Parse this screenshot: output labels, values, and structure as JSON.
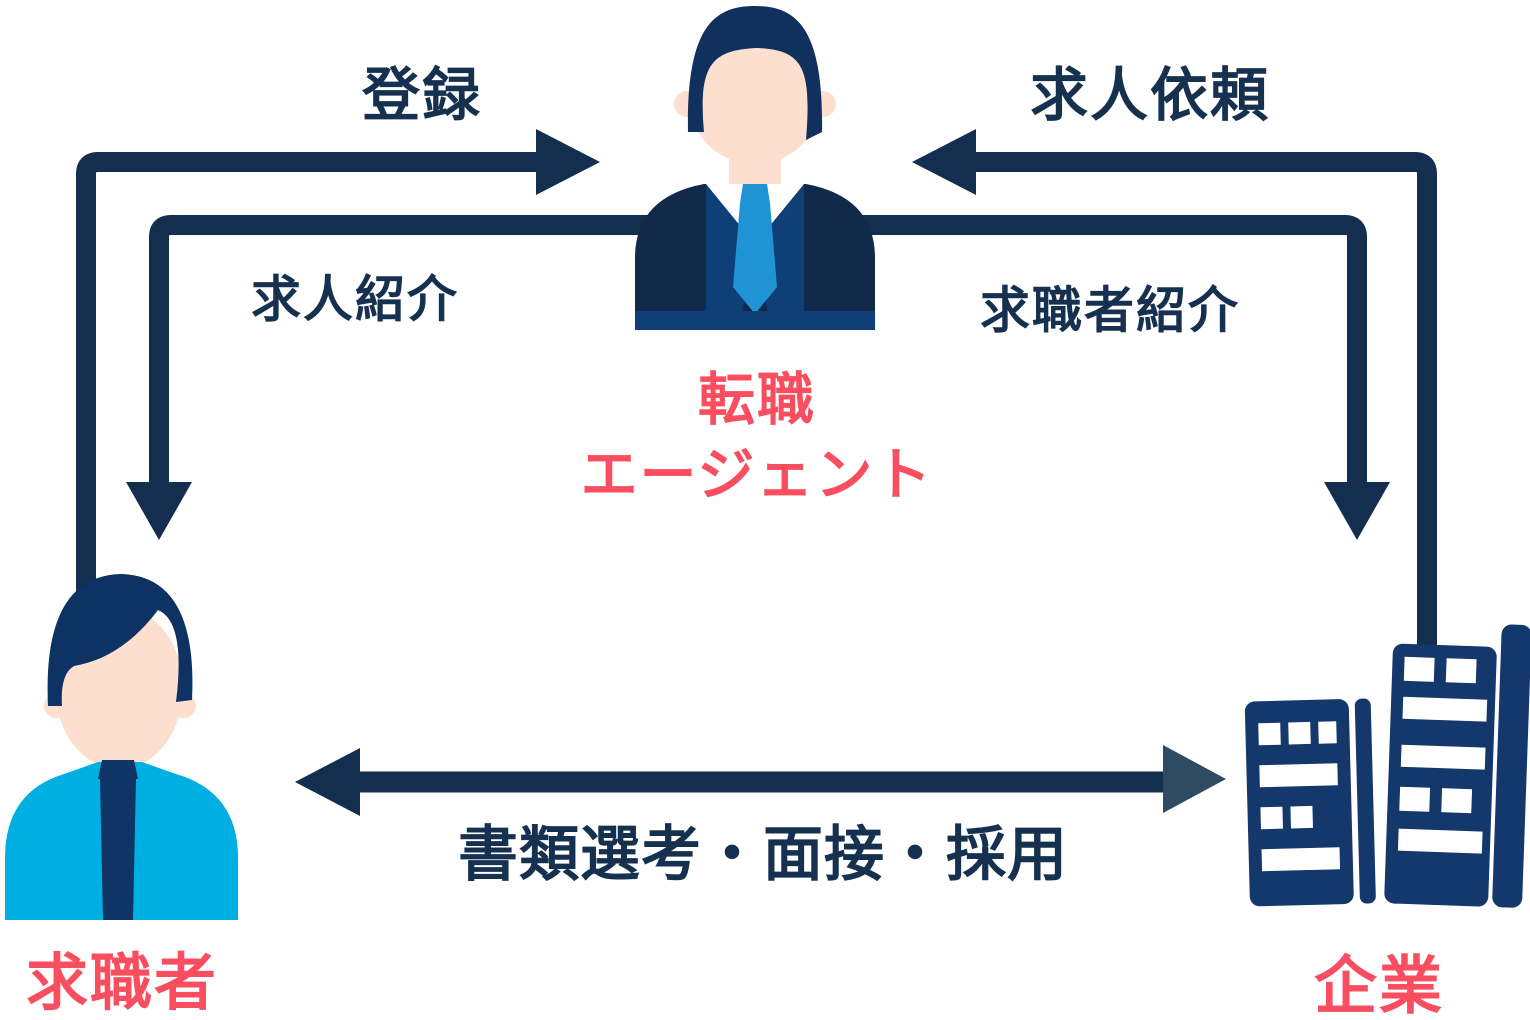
{
  "colors": {
    "background": "#ffffff",
    "navy": "#132e4f",
    "text_navy": "#16314f",
    "accent_red": "#f94d60",
    "slate": "#2f4a63",
    "suit_dark": "#13294a",
    "suit_lapel": "#0e4077",
    "tie_blue": "#2093d4",
    "tie_navy": "#0e3566",
    "skin": "#fcdfce",
    "agent_hair": "#10315e",
    "hair_navy": "#0d3263",
    "shirt_cyan": "#00afe2",
    "building_navy": "#14386b"
  },
  "nodes": {
    "agent": {
      "label_line1": "転職",
      "label_line2": "エージェント"
    },
    "job_seeker": {
      "label": "求職者"
    },
    "company": {
      "label": "企業"
    }
  },
  "arrows": {
    "registration": {
      "label": "登録",
      "from": "job_seeker",
      "to": "agent"
    },
    "job_request": {
      "label": "求人依頼",
      "from": "company",
      "to": "agent"
    },
    "job_introduction": {
      "label": "求人紹介",
      "from": "agent",
      "to": "job_seeker"
    },
    "candidate_introduction": {
      "label": "求職者紹介",
      "from": "agent",
      "to": "company"
    },
    "selection": {
      "label": "書類選考・面接・採用",
      "from": "job_seeker",
      "to": "company"
    }
  }
}
